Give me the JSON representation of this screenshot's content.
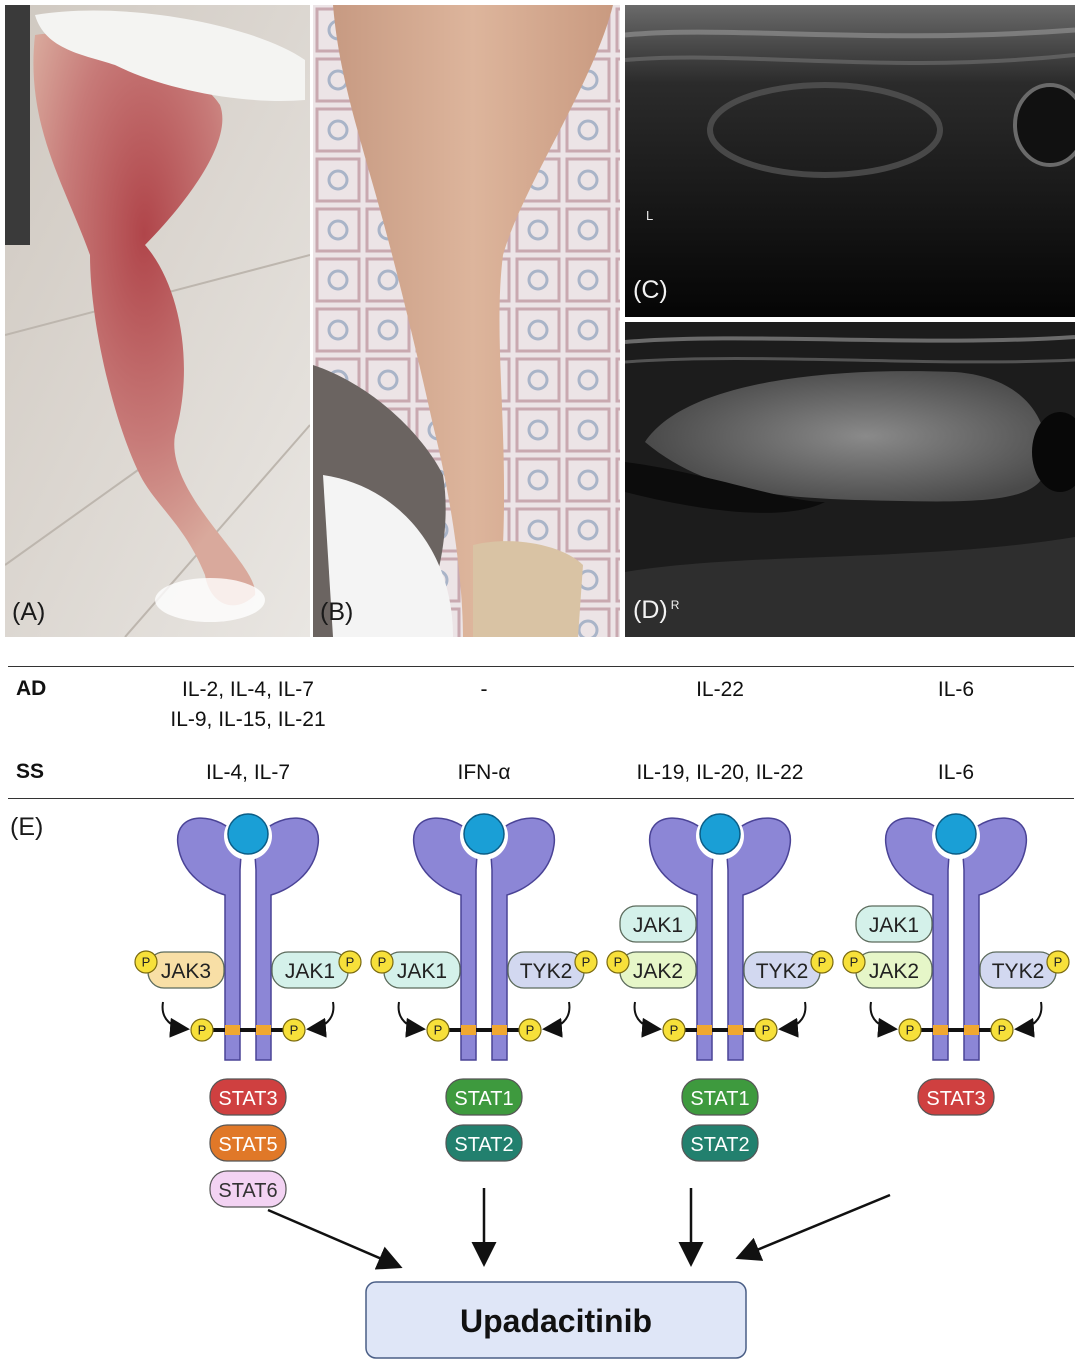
{
  "panels": {
    "a": {
      "label": "(A)"
    },
    "b": {
      "label": "(B)"
    },
    "c": {
      "label": "(C)",
      "marker": "L"
    },
    "d": {
      "label": "(D)",
      "marker": "R"
    },
    "e": {
      "label": "(E)"
    }
  },
  "table": {
    "rows": [
      {
        "head": "AD",
        "cells": [
          [
            "IL-2, IL-4, IL-7",
            "IL-9, IL-15, IL-21"
          ],
          [
            "-"
          ],
          [
            "IL-22"
          ],
          [
            "IL-6"
          ]
        ]
      },
      {
        "head": "SS",
        "cells": [
          [
            "IL-4, IL-7"
          ],
          [
            "IFN-α"
          ],
          [
            "IL-19, IL-20, IL-22"
          ],
          [
            "IL-6"
          ]
        ]
      }
    ]
  },
  "pathways": [
    {
      "left_jak": "JAK3",
      "left_color": "#f8dfa6",
      "right_jak": "JAK1",
      "right_color": "#d4f1ea",
      "extra_jak": "",
      "stats": [
        {
          "name": "STAT3",
          "color": "#cf4040"
        },
        {
          "name": "STAT5",
          "color": "#e07828"
        },
        {
          "name": "STAT6",
          "color": "#f3d3f3"
        }
      ]
    },
    {
      "left_jak": "JAK1",
      "left_color": "#d4f1ea",
      "right_jak": "TYK2",
      "right_color": "#d2d8f0",
      "extra_jak": "",
      "stats": [
        {
          "name": "STAT1",
          "color": "#3e9a3e"
        },
        {
          "name": "STAT2",
          "color": "#22806e"
        }
      ]
    },
    {
      "left_jak": "JAK2",
      "left_color": "#e6f6c8",
      "right_jak": "TYK2",
      "right_color": "#d2d8f0",
      "extra_jak": "JAK1",
      "stats": [
        {
          "name": "STAT1",
          "color": "#3e9a3e"
        },
        {
          "name": "STAT2",
          "color": "#22806e"
        }
      ]
    },
    {
      "left_jak": "JAK2",
      "left_color": "#e6f6c8",
      "right_jak": "TYK2",
      "right_color": "#d2d8f0",
      "extra_jak": "JAK1",
      "stats": [
        {
          "name": "STAT3",
          "color": "#cf4040"
        }
      ]
    }
  ],
  "phospho_label": "P",
  "target": {
    "label": "Upadacitinib"
  },
  "colors": {
    "receptor": "#8c86d6",
    "receptor_stroke": "#4a4396",
    "ligand": "#1a9fd6",
    "phospho": "#f7e03a",
    "box_fill": "#dfe6f7"
  }
}
